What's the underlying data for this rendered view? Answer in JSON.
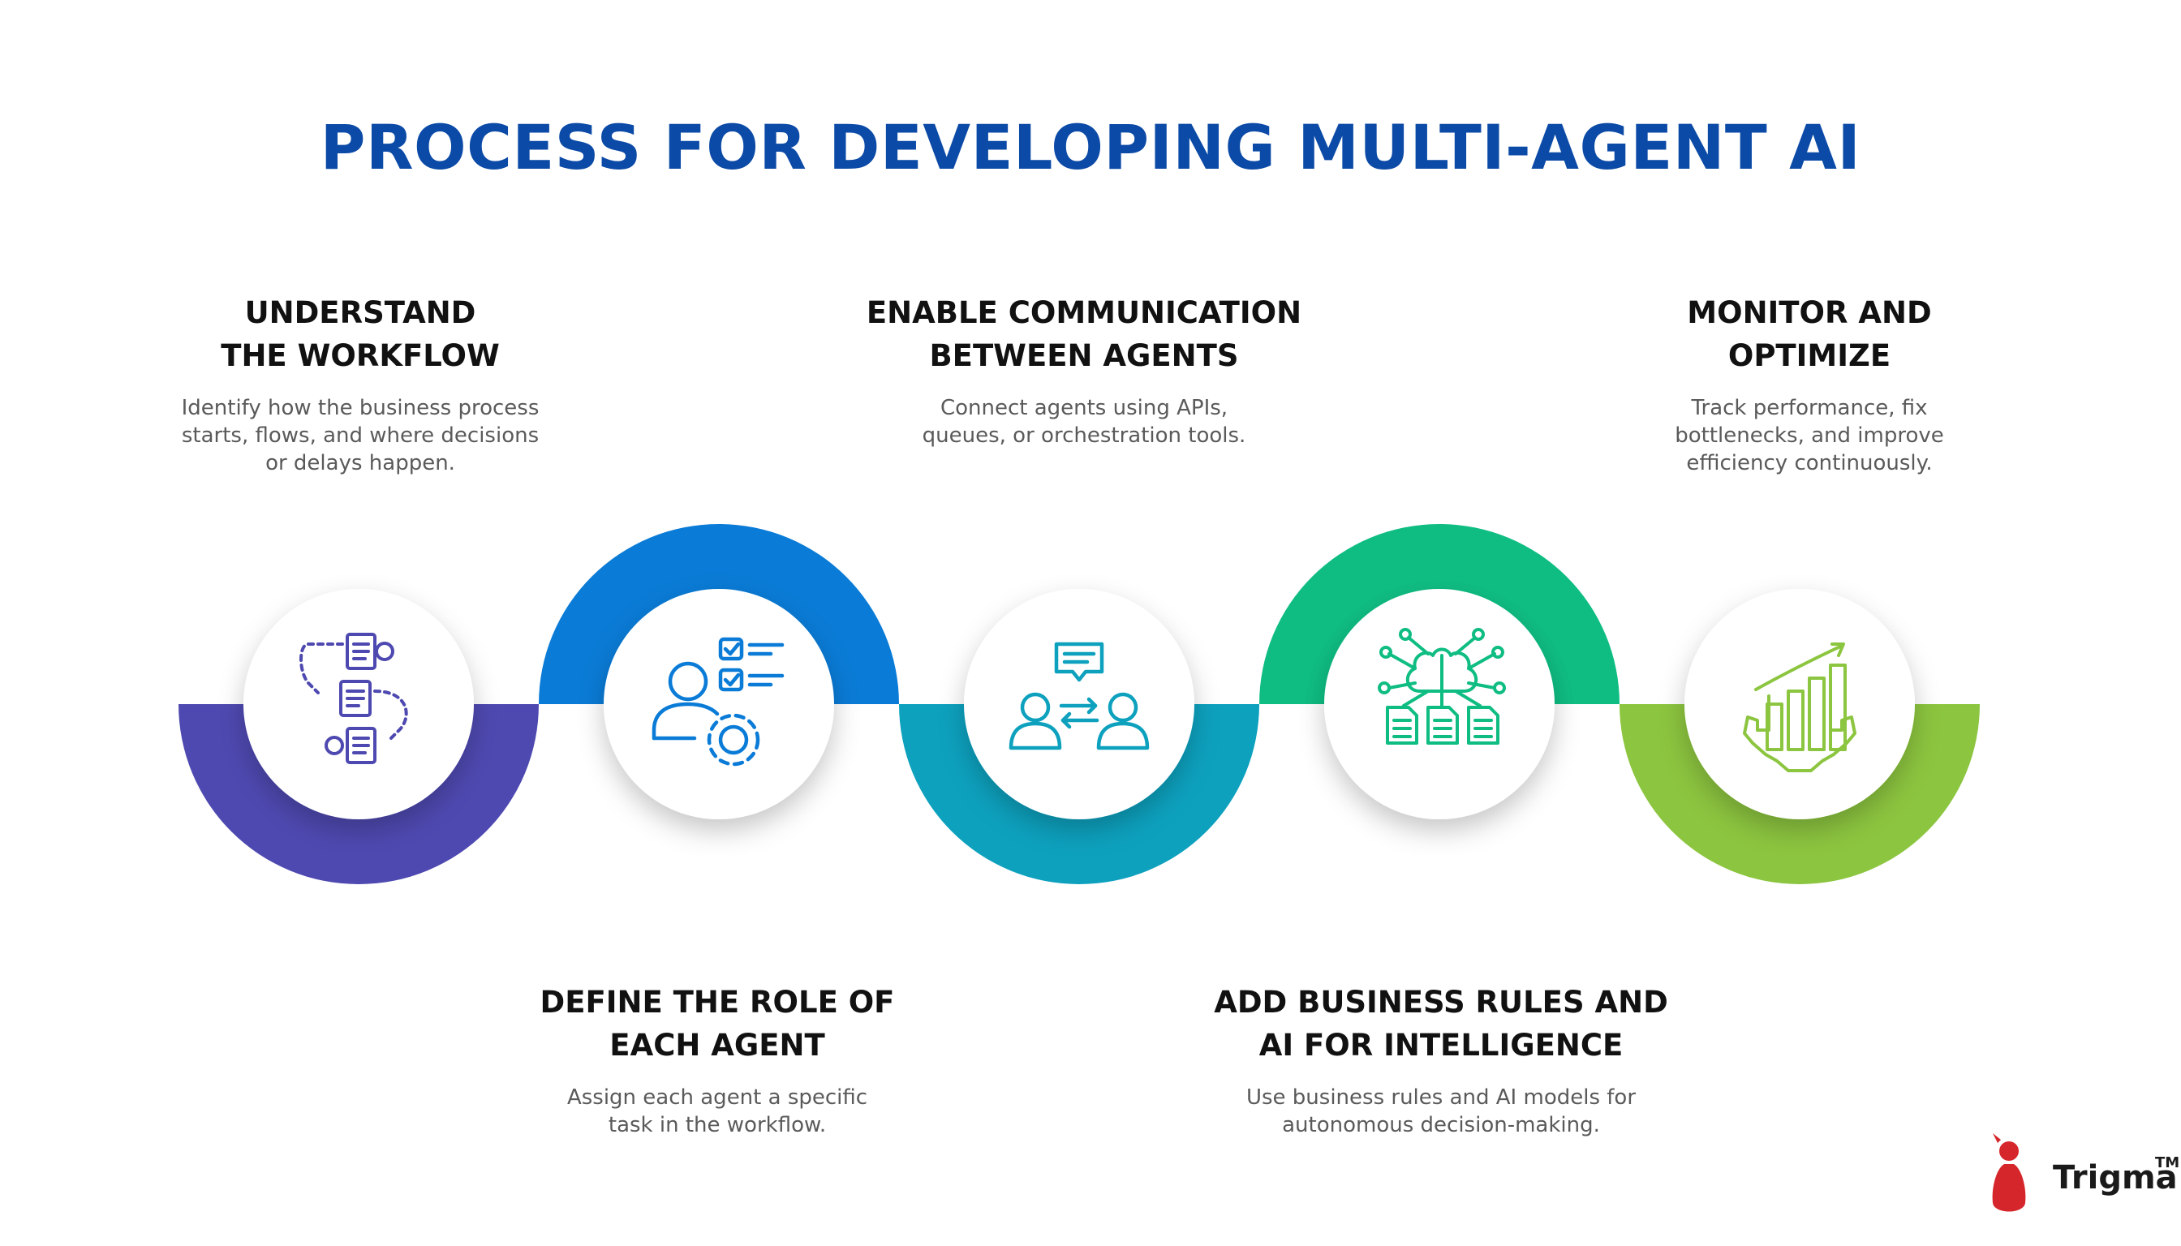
{
  "title": "PROCESS FOR DEVELOPING MULTI-AGENT AI",
  "colors": {
    "title": "#0b4aa6",
    "step1": "#4e49b0",
    "step2": "#0a7bd6",
    "step3": "#0da1be",
    "step4": "#0fbd83",
    "step5": "#8cc53f",
    "logo": "#d5262b"
  },
  "steps": [
    {
      "title": "UNDERSTAND\nTHE WORKFLOW",
      "desc": "Identify how the business process\nstarts, flows, and where decisions\nor delays happen.",
      "icon": "workflow-documents-icon"
    },
    {
      "title": "DEFINE THE ROLE OF\nEACH AGENT",
      "desc": "Assign each agent a specific\ntask in the workflow.",
      "icon": "agent-checklist-gear-icon"
    },
    {
      "title": "ENABLE COMMUNICATION\nBETWEEN AGENTS",
      "desc": "Connect agents using APIs,\nqueues, or orchestration tools.",
      "icon": "agents-communication-icon"
    },
    {
      "title": "ADD BUSINESS RULES AND\nAI FOR INTELLIGENCE",
      "desc": "Use business rules and AI models for\nautonomous decision-making.",
      "icon": "ai-brain-network-icon"
    },
    {
      "title": "MONITOR AND\nOPTIMIZE",
      "desc": "Track performance, fix\nbottlenecks, and improve\nefficiency continuously.",
      "icon": "growth-chart-gear-icon"
    }
  ],
  "logo": {
    "name": "Trigma",
    "tm": "TM"
  }
}
